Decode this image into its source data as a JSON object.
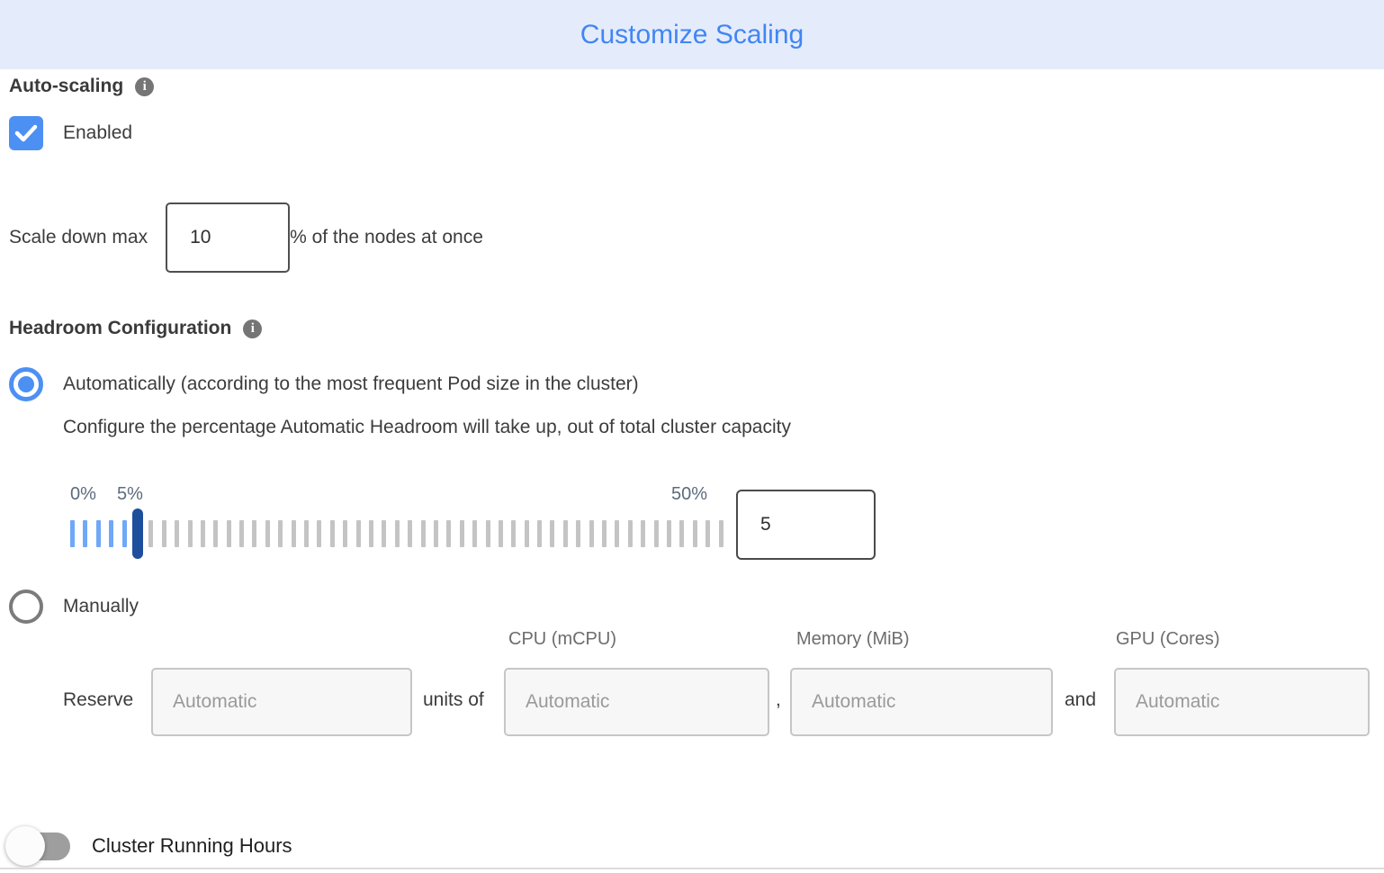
{
  "header": {
    "title": "Customize Scaling"
  },
  "auto_scaling": {
    "label": "Auto-scaling",
    "enabled_label": "Enabled",
    "checkbox_checked": true
  },
  "scale_down": {
    "prefix": "Scale down max",
    "value": "10",
    "suffix": "% of the nodes at once"
  },
  "headroom": {
    "label": "Headroom Configuration",
    "automatic": {
      "selected": true,
      "label": "Automatically (according to the most frequent Pod size in the cluster)",
      "description": "Configure the percentage Automatic Headroom will take up, out of total cluster capacity",
      "slider": {
        "min": 0,
        "max": 50,
        "current": 5,
        "min_label": "0%",
        "current_label": "5%",
        "max_label": "50%"
      },
      "value": "5"
    },
    "manual": {
      "selected": false,
      "label": "Manually",
      "columns": [
        "CPU (mCPU)",
        "Memory (MiB)",
        "GPU (Cores)"
      ],
      "reserve_label": "Reserve",
      "units_of_label": "units of",
      "comma": ",",
      "and_label": "and",
      "placeholders": {
        "reserve": "Automatic",
        "cpu": "Automatic",
        "memory": "Automatic",
        "gpu": "Automatic"
      }
    }
  },
  "cluster_running_hours": {
    "label": "Cluster Running Hours",
    "toggle_on": false
  },
  "colors": {
    "header_bg": "#E4ECFB",
    "title_blue": "#4285F4",
    "control_blue": "#4D90F3",
    "slider_handle_navy": "#1E4F9D",
    "tick_blue": "#6FA8F7",
    "tick_gray": "#C4C4C4",
    "disabled_input_bg": "#F7F7F7",
    "toggle_off_gray": "#9E9E9E"
  }
}
